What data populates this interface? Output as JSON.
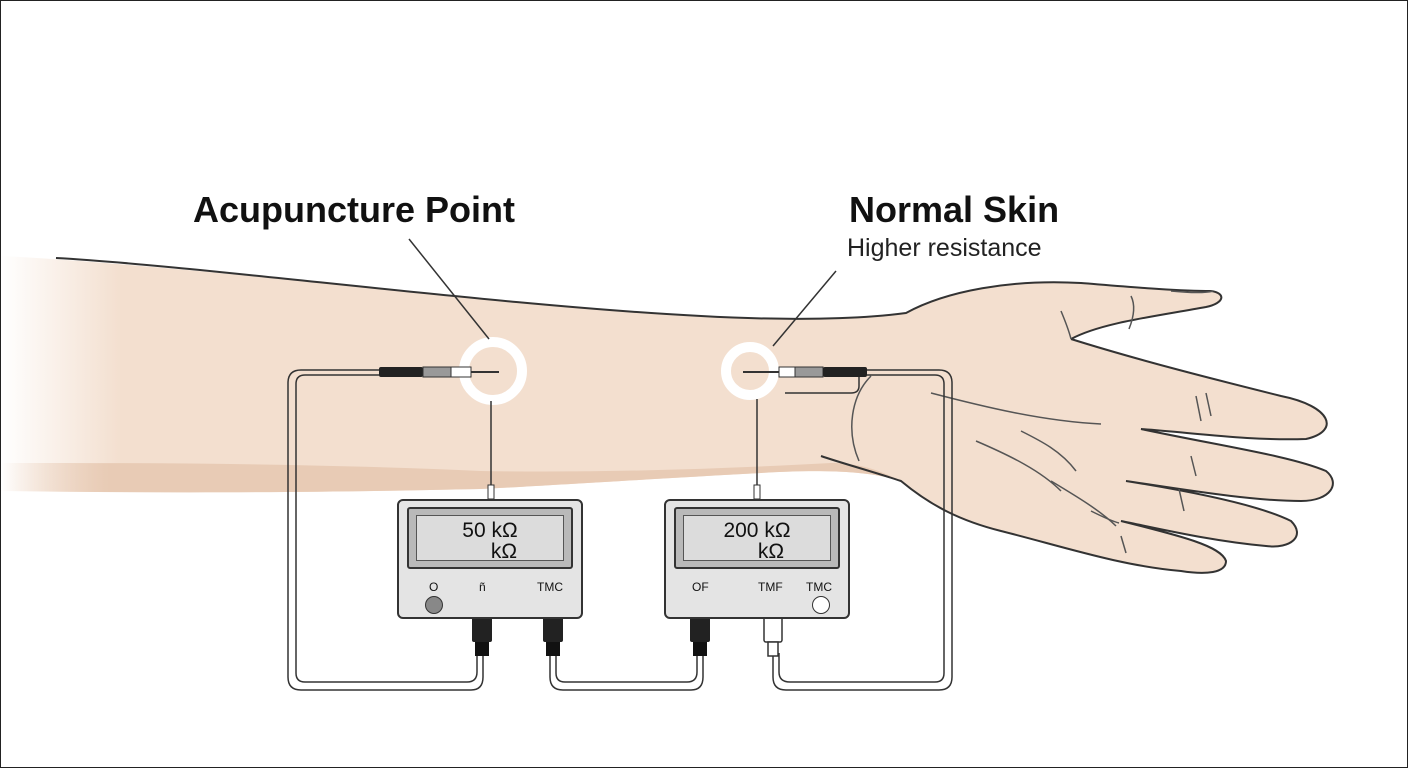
{
  "labels": {
    "acupuncture_point": "Acupuncture Point",
    "normal_skin": "Normal Skin",
    "normal_skin_sub": "Higher resistance"
  },
  "meter_left": {
    "reading": "50 kΩ",
    "unit": "kΩ",
    "ports": [
      "O",
      "ñ",
      "TMC"
    ]
  },
  "meter_right": {
    "reading": "200 kΩ",
    "unit": "kΩ",
    "ports": [
      "OF",
      "TMF",
      "TMC"
    ]
  },
  "colors": {
    "skin": "#f3dfcf",
    "skin_shadow": "#e8cbb5",
    "outline": "#333333",
    "meter_body": "#e4e4e4",
    "screen": "#dcdcdc",
    "probe_dark": "#222222",
    "probe_light": "#999999"
  }
}
